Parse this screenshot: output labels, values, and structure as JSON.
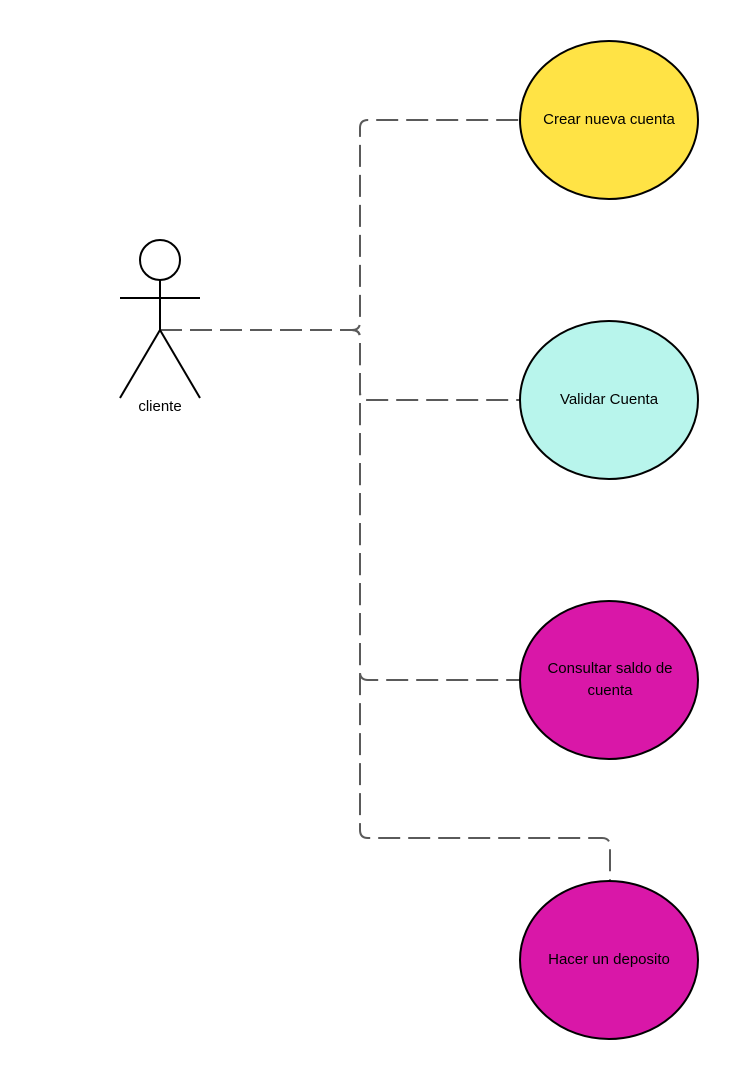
{
  "actor": {
    "label": "cliente"
  },
  "use_cases": [
    {
      "label": "Crear nueva cuenta",
      "fill": "#FFE345"
    },
    {
      "label": "Validar Cuenta",
      "fill": "#B8F5EC"
    },
    {
      "label": "Consultar saldo de cuenta",
      "fill": "#D917A8"
    },
    {
      "label": "Hacer un deposito",
      "fill": "#D917A8"
    }
  ],
  "colors": {
    "connector": "#5a5a5a",
    "outline": "#000000"
  }
}
